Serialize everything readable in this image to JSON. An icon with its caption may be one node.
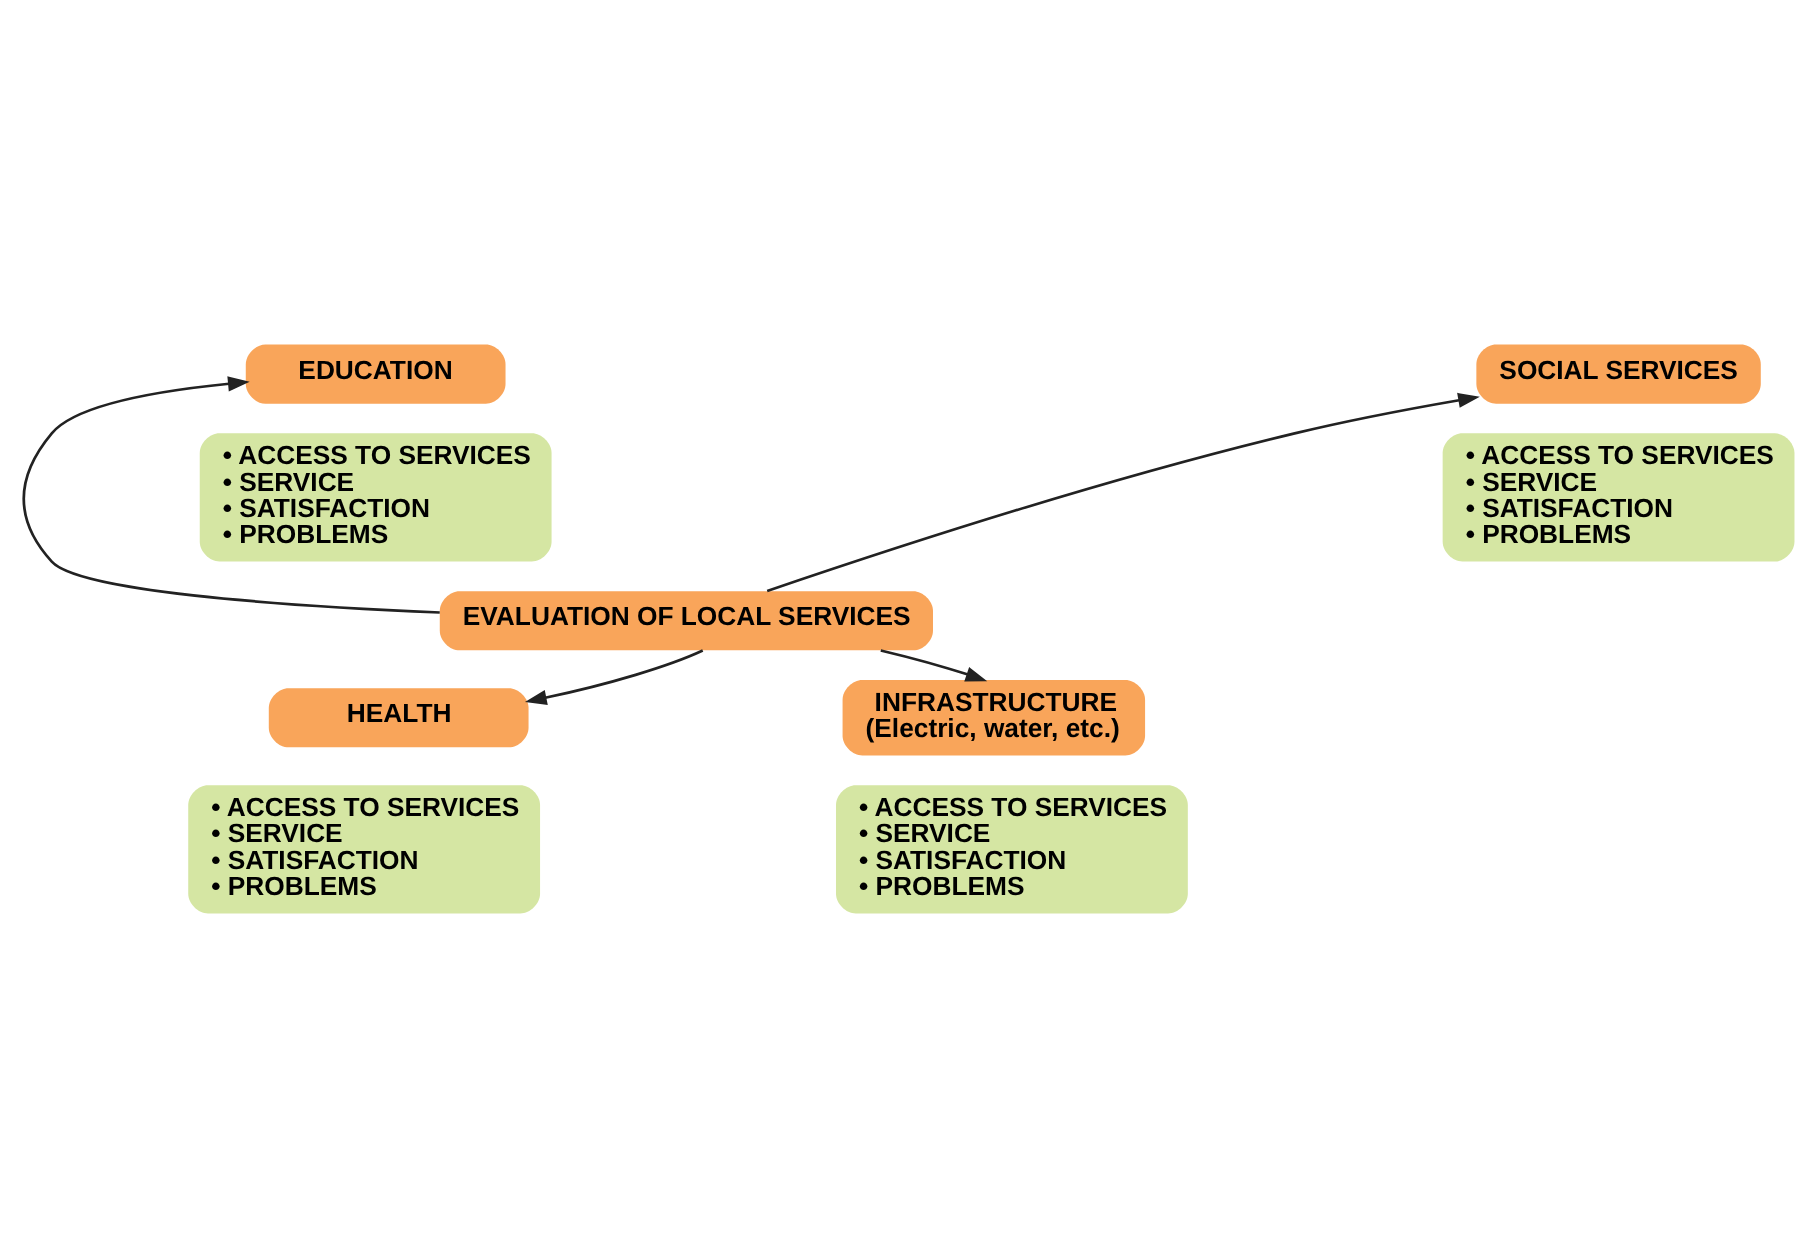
{
  "diagram": {
    "nodes": [
      {
        "text": [
          "EVALUATION OF LOCAL SERVICES"
        ]
      },
      {
        "text": [
          "EDUCATION"
        ]
      },
      {
        "text": [
          "• ACCESS TO SERVICES",
          "• SERVICE",
          "• SATISFACTION",
          "• PROBLEMS"
        ]
      },
      {
        "text": [
          "SOCIAL SERVICES"
        ]
      },
      {
        "text": [
          "• ACCESS TO SERVICES",
          "• SERVICE",
          "• SATISFACTION",
          "• PROBLEMS"
        ]
      },
      {
        "text": [
          "HEALTH"
        ]
      },
      {
        "text": [
          "• ACCESS TO SERVICES",
          "• SERVICE",
          "• SATISFACTION",
          "• PROBLEMS"
        ]
      },
      {
        "text": [
          "INFRASTRUCTURE",
          "(Electric, water, etc.)"
        ]
      },
      {
        "text": [
          "• ACCESS TO SERVICES",
          "• SERVICE",
          "• SATISFACTION",
          "• PROBLEMS"
        ]
      }
    ],
    "edges": [
      {
        "from": 0,
        "to": 1,
        "arrow": "to"
      },
      {
        "from": 0,
        "to": 3,
        "arrow": "to"
      },
      {
        "from": 0,
        "to": 5,
        "arrow": "to"
      },
      {
        "from": 0,
        "to": 7,
        "arrow": "to"
      }
    ]
  }
}
